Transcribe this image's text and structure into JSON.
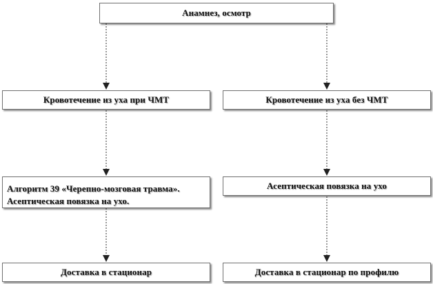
{
  "diagram": {
    "top": "Анамнез, осмотр",
    "left_branch": {
      "condition": "Кровотечение из уха при ЧМТ",
      "action_lines": [
        "Алгоритм 39 «Черепно-мозговая травма».",
        "Асептическая повязка на ухо."
      ],
      "outcome": "Доставка в стационар"
    },
    "right_branch": {
      "condition": "Кровотечение из уха без ЧМТ",
      "action": "Асептическая повязка на ухо",
      "outcome": "Доставка в стационар по профилю"
    }
  }
}
